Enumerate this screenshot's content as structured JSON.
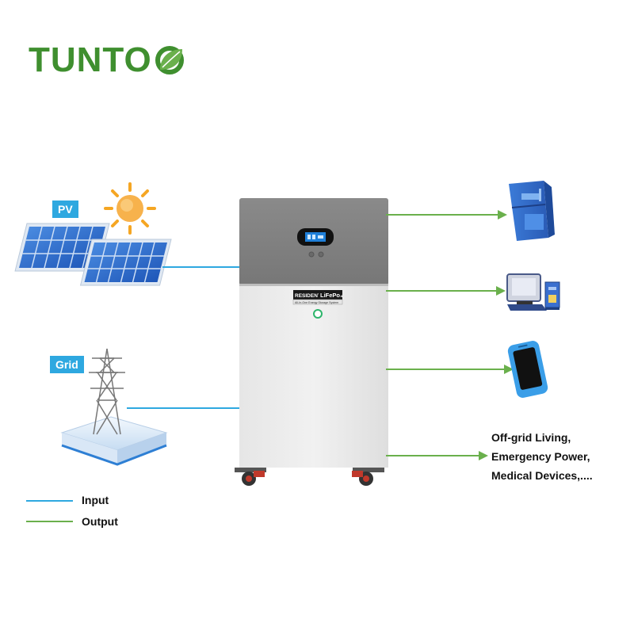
{
  "logo": {
    "text": "TUNTO",
    "accent": "#3f8f2f"
  },
  "inputs": {
    "pv": {
      "label": "PV"
    },
    "grid": {
      "label": "Grid"
    }
  },
  "battery": {
    "badge_left": "RESIDENTIAL",
    "badge_right": "LiFePo₄",
    "badge_sub": "All-In-One Energy Storage System"
  },
  "loads": {
    "lines": [
      "Off-grid Living,",
      "Emergency Power,",
      "Medical Devices,...."
    ]
  },
  "legend": {
    "input": {
      "label": "Input",
      "color": "#2ea8e0"
    },
    "output": {
      "label": "Output",
      "color": "#6ab04c"
    }
  },
  "icons": [
    "sun-icon",
    "solar-panel-icon",
    "transmission-tower-icon",
    "refrigerator-icon",
    "computer-icon",
    "smartphone-icon"
  ]
}
